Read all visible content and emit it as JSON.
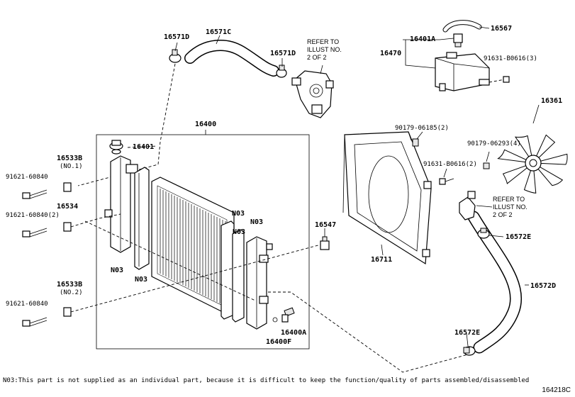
{
  "labels": {
    "p16571D_a": "16571D",
    "p16571C": "16571C",
    "p16571D_b": "16571D",
    "p16401A": "16401A",
    "p16567": "16567",
    "p16470": "16470",
    "p91631_top": "91631-B0616(3)",
    "p16361": "16361",
    "p16400": "16400",
    "p16401": "16401",
    "p16533B_1": "16533B",
    "p16533B_1_sub": "(NO.1)",
    "p91621_1": "91621-60840",
    "p91621_2": "91621-60840(2)",
    "p16534": "16534",
    "p16533B_2": "16533B",
    "p16533B_2_sub": "(NO.2)",
    "p91621_3": "91621-60840",
    "pN03_a": "N03",
    "pN03_b": "N03",
    "pN03_c": "N03",
    "pN03_d": "N03",
    "pN03_e": "N03",
    "p16547": "16547",
    "p16711": "16711",
    "p90179_a": "90179-06185(2)",
    "p91631_mid": "91631-B0616(2)",
    "p90179_b": "90179-06293(4)",
    "p16572E_a": "16572E",
    "p16572D": "16572D",
    "p16572E_b": "16572E",
    "p16400A": "16400A",
    "p16400F": "16400F"
  },
  "refer": {
    "top": [
      "REFER TO",
      "ILLUST NO.",
      "2 OF 2"
    ],
    "right": [
      "REFER TO",
      "ILLUST NO.",
      "2 OF 2"
    ]
  },
  "footer": "N03:This part is not supplied as an individual part, because it is difficult to keep the function/quality of parts assembled/disassembled",
  "drawing_code": "164218C"
}
